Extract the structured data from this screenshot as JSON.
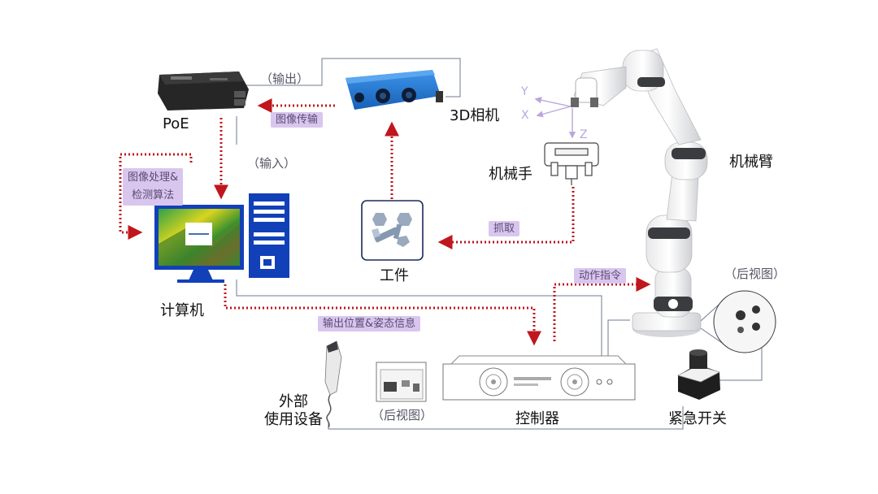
{
  "labels": {
    "poe": "PoE",
    "camera": "3D相机",
    "gripper": "机械手",
    "arm": "机械臂",
    "workpiece": "工件",
    "computer": "计算机",
    "controller": "控制器",
    "external_line1": "外部",
    "external_line2": "使用设备",
    "estop": "紧急开关"
  },
  "paren_labels": {
    "output": "（输出）",
    "input": "（输入）",
    "rear_view_controller": "（后视图）",
    "rear_view_arm": "（后视图）"
  },
  "tags": {
    "image_transfer": "图像传输",
    "image_processing_line1": "图像处理&",
    "image_processing_line2": "检测算法",
    "grab": "抓取",
    "motion_command": "动作指令",
    "pose_output": "输出位置&姿态信息"
  },
  "axes": {
    "x": "X",
    "y": "Y",
    "z": "Z"
  },
  "colors": {
    "dotted_arrow": "#c0161d",
    "connector_line": "#6f7a92",
    "tag_bg": "#d9c6ef",
    "camera_blue": "#1f79d6",
    "monitor_blue": "#1240b8"
  }
}
